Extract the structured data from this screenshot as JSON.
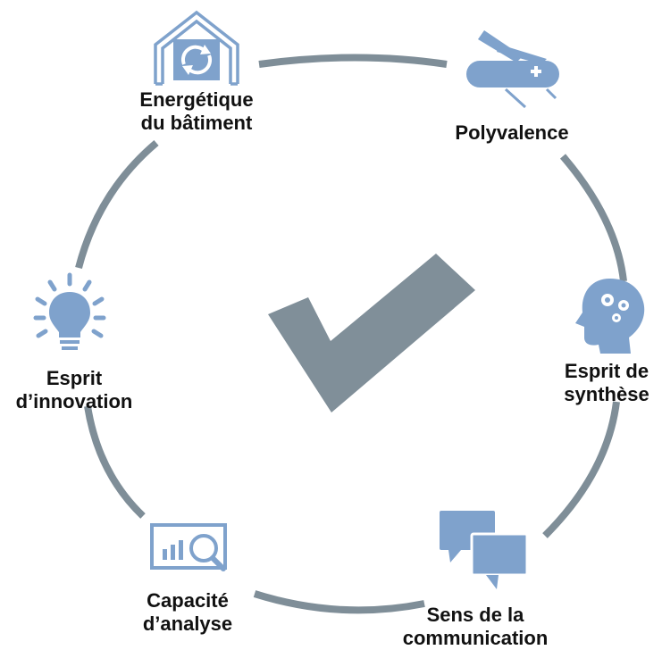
{
  "colors": {
    "ring": "#7f8e98",
    "check": "#808f99",
    "icon_fill": "#7fa2cc",
    "icon_line": "#7fa2cc",
    "text": "#111111",
    "background": "#ffffff"
  },
  "center": {
    "icon": "check-mark-icon"
  },
  "nodes": [
    {
      "id": "energetique",
      "icon": "building-recycle-icon",
      "line1": "Energétique",
      "line2": "du bâtiment"
    },
    {
      "id": "polyvalence",
      "icon": "swiss-army-knife-icon",
      "line1": "Polyvalence",
      "line2": ""
    },
    {
      "id": "synthese",
      "icon": "head-gears-icon",
      "line1": "Esprit de",
      "line2": "synthèse"
    },
    {
      "id": "communication",
      "icon": "speech-bubbles-icon",
      "line1": "Sens de la",
      "line2": "communication"
    },
    {
      "id": "analyse",
      "icon": "monitor-chart-magnifier-icon",
      "line1": "Capacité",
      "line2": "d’analyse"
    },
    {
      "id": "innovation",
      "icon": "lightbulb-icon",
      "line1": "Esprit",
      "line2": "d’innovation"
    }
  ]
}
